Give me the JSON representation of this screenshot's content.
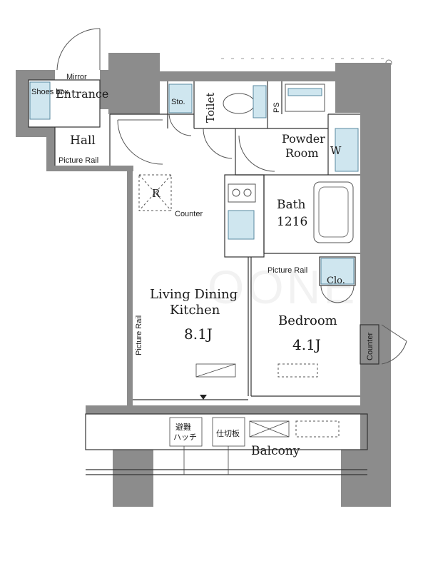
{
  "rooms": {
    "entrance": "Entrance",
    "mirror": "Mirror",
    "shoes_box": "Shoes box",
    "hall": "Hall",
    "picture_rail_hall": "Picture Rail",
    "storage": "Sto.",
    "toilet": "Toilet",
    "ps": "PS",
    "powder_room_line1": "Powder",
    "powder_room_line2": "Room",
    "washer": "W",
    "refrigerator": "R",
    "counter_kitchen": "Counter",
    "bath_line1": "Bath",
    "bath_line2": "1216",
    "picture_rail_bedroom": "Picture Rail",
    "closet": "Clo.",
    "ldk_line1": "Living Dining",
    "ldk_line2": "Kitchen",
    "ldk_size": "8.1J",
    "picture_rail_ldk": "Picture Rail",
    "bedroom": "Bedroom",
    "bedroom_size": "4.1J",
    "counter_bedroom": "Counter",
    "balcony": "Balcony",
    "evac_hatch_line1": "避難",
    "evac_hatch_line2": "ハッチ",
    "partition": "仕切板"
  },
  "colors": {
    "wall": "#8c8c8c",
    "fixture": "#cfe6ef"
  }
}
